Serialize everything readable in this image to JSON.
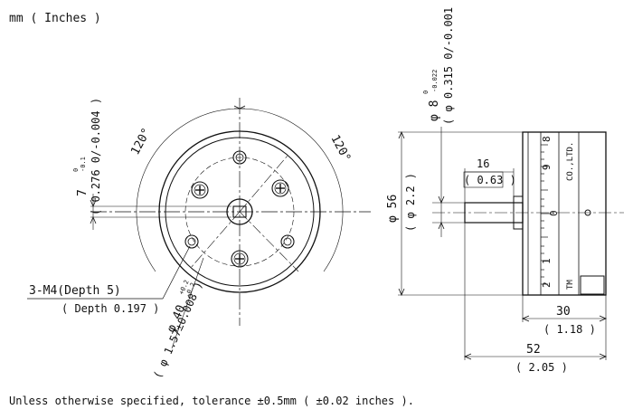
{
  "header": {
    "units": "mm ( Inches )"
  },
  "footer": {
    "note": "Unless otherwise specified, tolerance ±0.5mm ( ±0.02 inches )."
  },
  "front_view": {
    "angle_left": "120°",
    "angle_right": "120°",
    "keyway": {
      "nominal": "7",
      "tol_upper": "0",
      "tol_lower": "-0.1",
      "inches": "( 0.276 0/-0.004 )"
    },
    "tapped_holes": {
      "spec": "3-M4(Depth 5)",
      "inches": "( Depth 0.197 )"
    },
    "pitch_circle": {
      "nominal": "φ 40",
      "tol_upper": "+0.2",
      "tol_lower": "-0.2",
      "inches": "( φ 1.57±0.008 )"
    }
  },
  "side_view": {
    "shaft_dia": {
      "nominal": "φ 8",
      "tol_upper": "0",
      "tol_lower": "-0.022",
      "inches": "( φ 0.315 0/-0.001 )"
    },
    "body_dia": {
      "nominal": "φ 56",
      "inches": "( φ 2.2 )"
    },
    "shaft_len": {
      "value": "16",
      "inches": "( 0.63 )"
    },
    "body_len": {
      "value": "30",
      "inches": "( 1.18 )"
    },
    "overall_len": {
      "value": "52",
      "inches": "( 2.05 )"
    },
    "scale_numbers": [
      "8",
      "9",
      "0",
      "1",
      "2"
    ],
    "maker_text": "CO.,LTD.",
    "tm_text": "TM"
  }
}
